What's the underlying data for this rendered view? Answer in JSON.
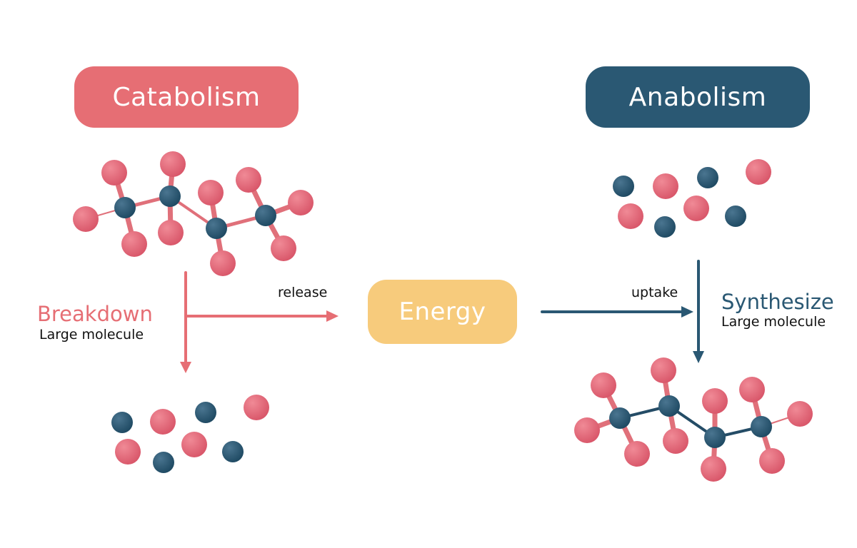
{
  "colors": {
    "catabolism": "#e66e74",
    "anabolism": "#2a5873",
    "energy": "#f7cb7c",
    "atom_red": "#d9576a",
    "atom_red_highlight": "#f08a96",
    "atom_navy": "#1f4a63",
    "atom_navy_highlight": "#4a7590",
    "bond_red": "#e0707a",
    "bond_navy": "#244c66"
  },
  "catabolism": {
    "title": "Catabolism",
    "action": "Breakdown",
    "subtitle": "Large molecule",
    "arrow_label": "release"
  },
  "anabolism": {
    "title": "Anabolism",
    "action": "Synthesize",
    "subtitle": "Large molecule",
    "arrow_label": "uptake"
  },
  "energy": {
    "label": "Energy"
  },
  "icons": [
    "large-molecule-icon",
    "free-atoms-icon",
    "arrow-icon"
  ]
}
